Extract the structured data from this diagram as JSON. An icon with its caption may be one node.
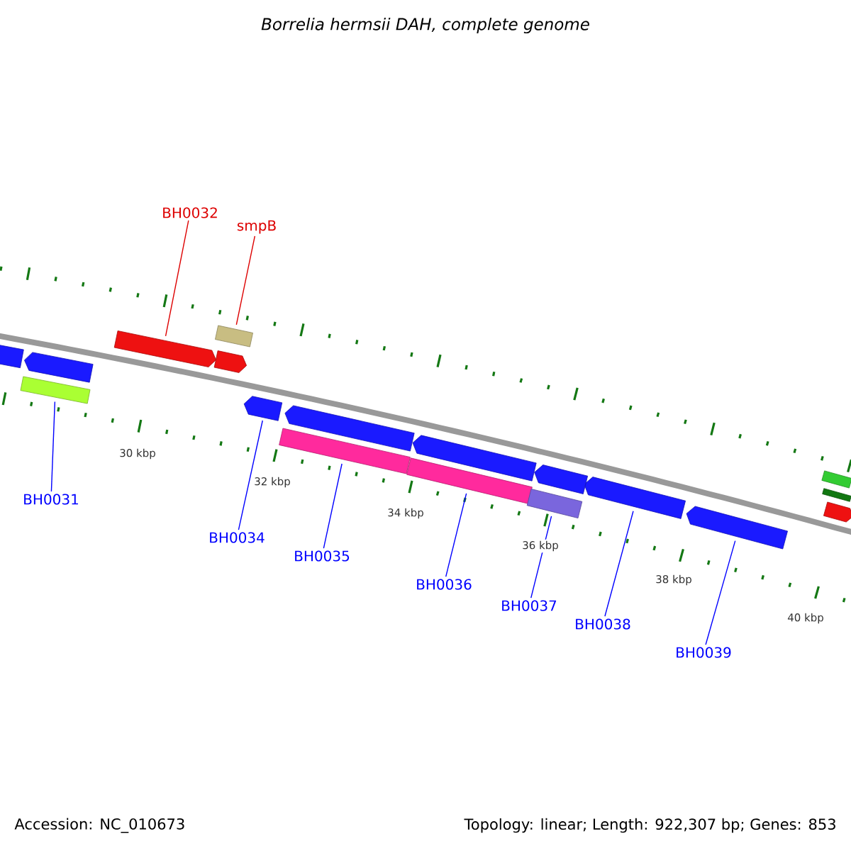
{
  "diagram": {
    "title": "Borrelia hermsii DAH, complete genome",
    "nodes": [
      {
        "text": [
          "BH0032"
        ]
      },
      {
        "text": [
          "smpB"
        ]
      },
      {
        "text": [
          "BH0031"
        ]
      },
      {
        "text": [
          "BH0034"
        ]
      },
      {
        "text": [
          "BH0035"
        ]
      },
      {
        "text": [
          "BH0036"
        ]
      },
      {
        "text": [
          "BH0037"
        ]
      },
      {
        "text": [
          "BH0038"
        ]
      },
      {
        "text": [
          "BH0039"
        ]
      },
      {
        "text": [],
        "shape": "pentagon"
      },
      {
        "text": [],
        "shape": "bar"
      },
      {
        "text": [],
        "shape": "bar"
      },
      {
        "text": [],
        "shape": "pentagon"
      },
      {
        "text": [],
        "shape": "bar"
      },
      {
        "text": [],
        "shape": "bar"
      },
      {
        "text": [],
        "shape": "bar"
      },
      {
        "text": [],
        "shape": "pentagon"
      },
      {
        "text": [],
        "shape": "pentagon"
      },
      {
        "text": [],
        "shape": "pentagon"
      },
      {
        "text": [],
        "shape": "pentagon"
      },
      {
        "text": [],
        "shape": "pentagon"
      },
      {
        "text": [],
        "shape": "pentagon"
      },
      {
        "text": [],
        "shape": "pentagon"
      },
      {
        "text": [],
        "shape": "pentagon"
      },
      {
        "text": [],
        "shape": "bar"
      },
      {
        "text": [],
        "shape": "bar"
      },
      {
        "text": [],
        "shape": "pentagon"
      }
    ],
    "edges": [
      {
        "from": 0,
        "to": 9,
        "arrow": "none",
        "color": "#dd0000"
      },
      {
        "from": 1,
        "to": 10,
        "arrow": "none",
        "color": "#dd0000"
      },
      {
        "from": 2,
        "to": 11,
        "arrow": "none"
      },
      {
        "from": 3,
        "to": 12,
        "arrow": "none"
      },
      {
        "from": 4,
        "to": 13,
        "arrow": "none"
      },
      {
        "from": 5,
        "to": 14,
        "arrow": "none"
      },
      {
        "from": 6,
        "to": 15,
        "arrow": "none"
      },
      {
        "from": 7,
        "to": 16,
        "arrow": "none"
      },
      {
        "from": 8,
        "to": 17,
        "arrow": "none"
      }
    ],
    "labels": [
      "30 kbp",
      "32 kbp",
      "34 kbp",
      "36 kbp",
      "38 kbp",
      "40 kbp",
      "Accession: NC_010673",
      "Topology: linear; Length: 922,307 bp; Genes: 853"
    ]
  }
}
